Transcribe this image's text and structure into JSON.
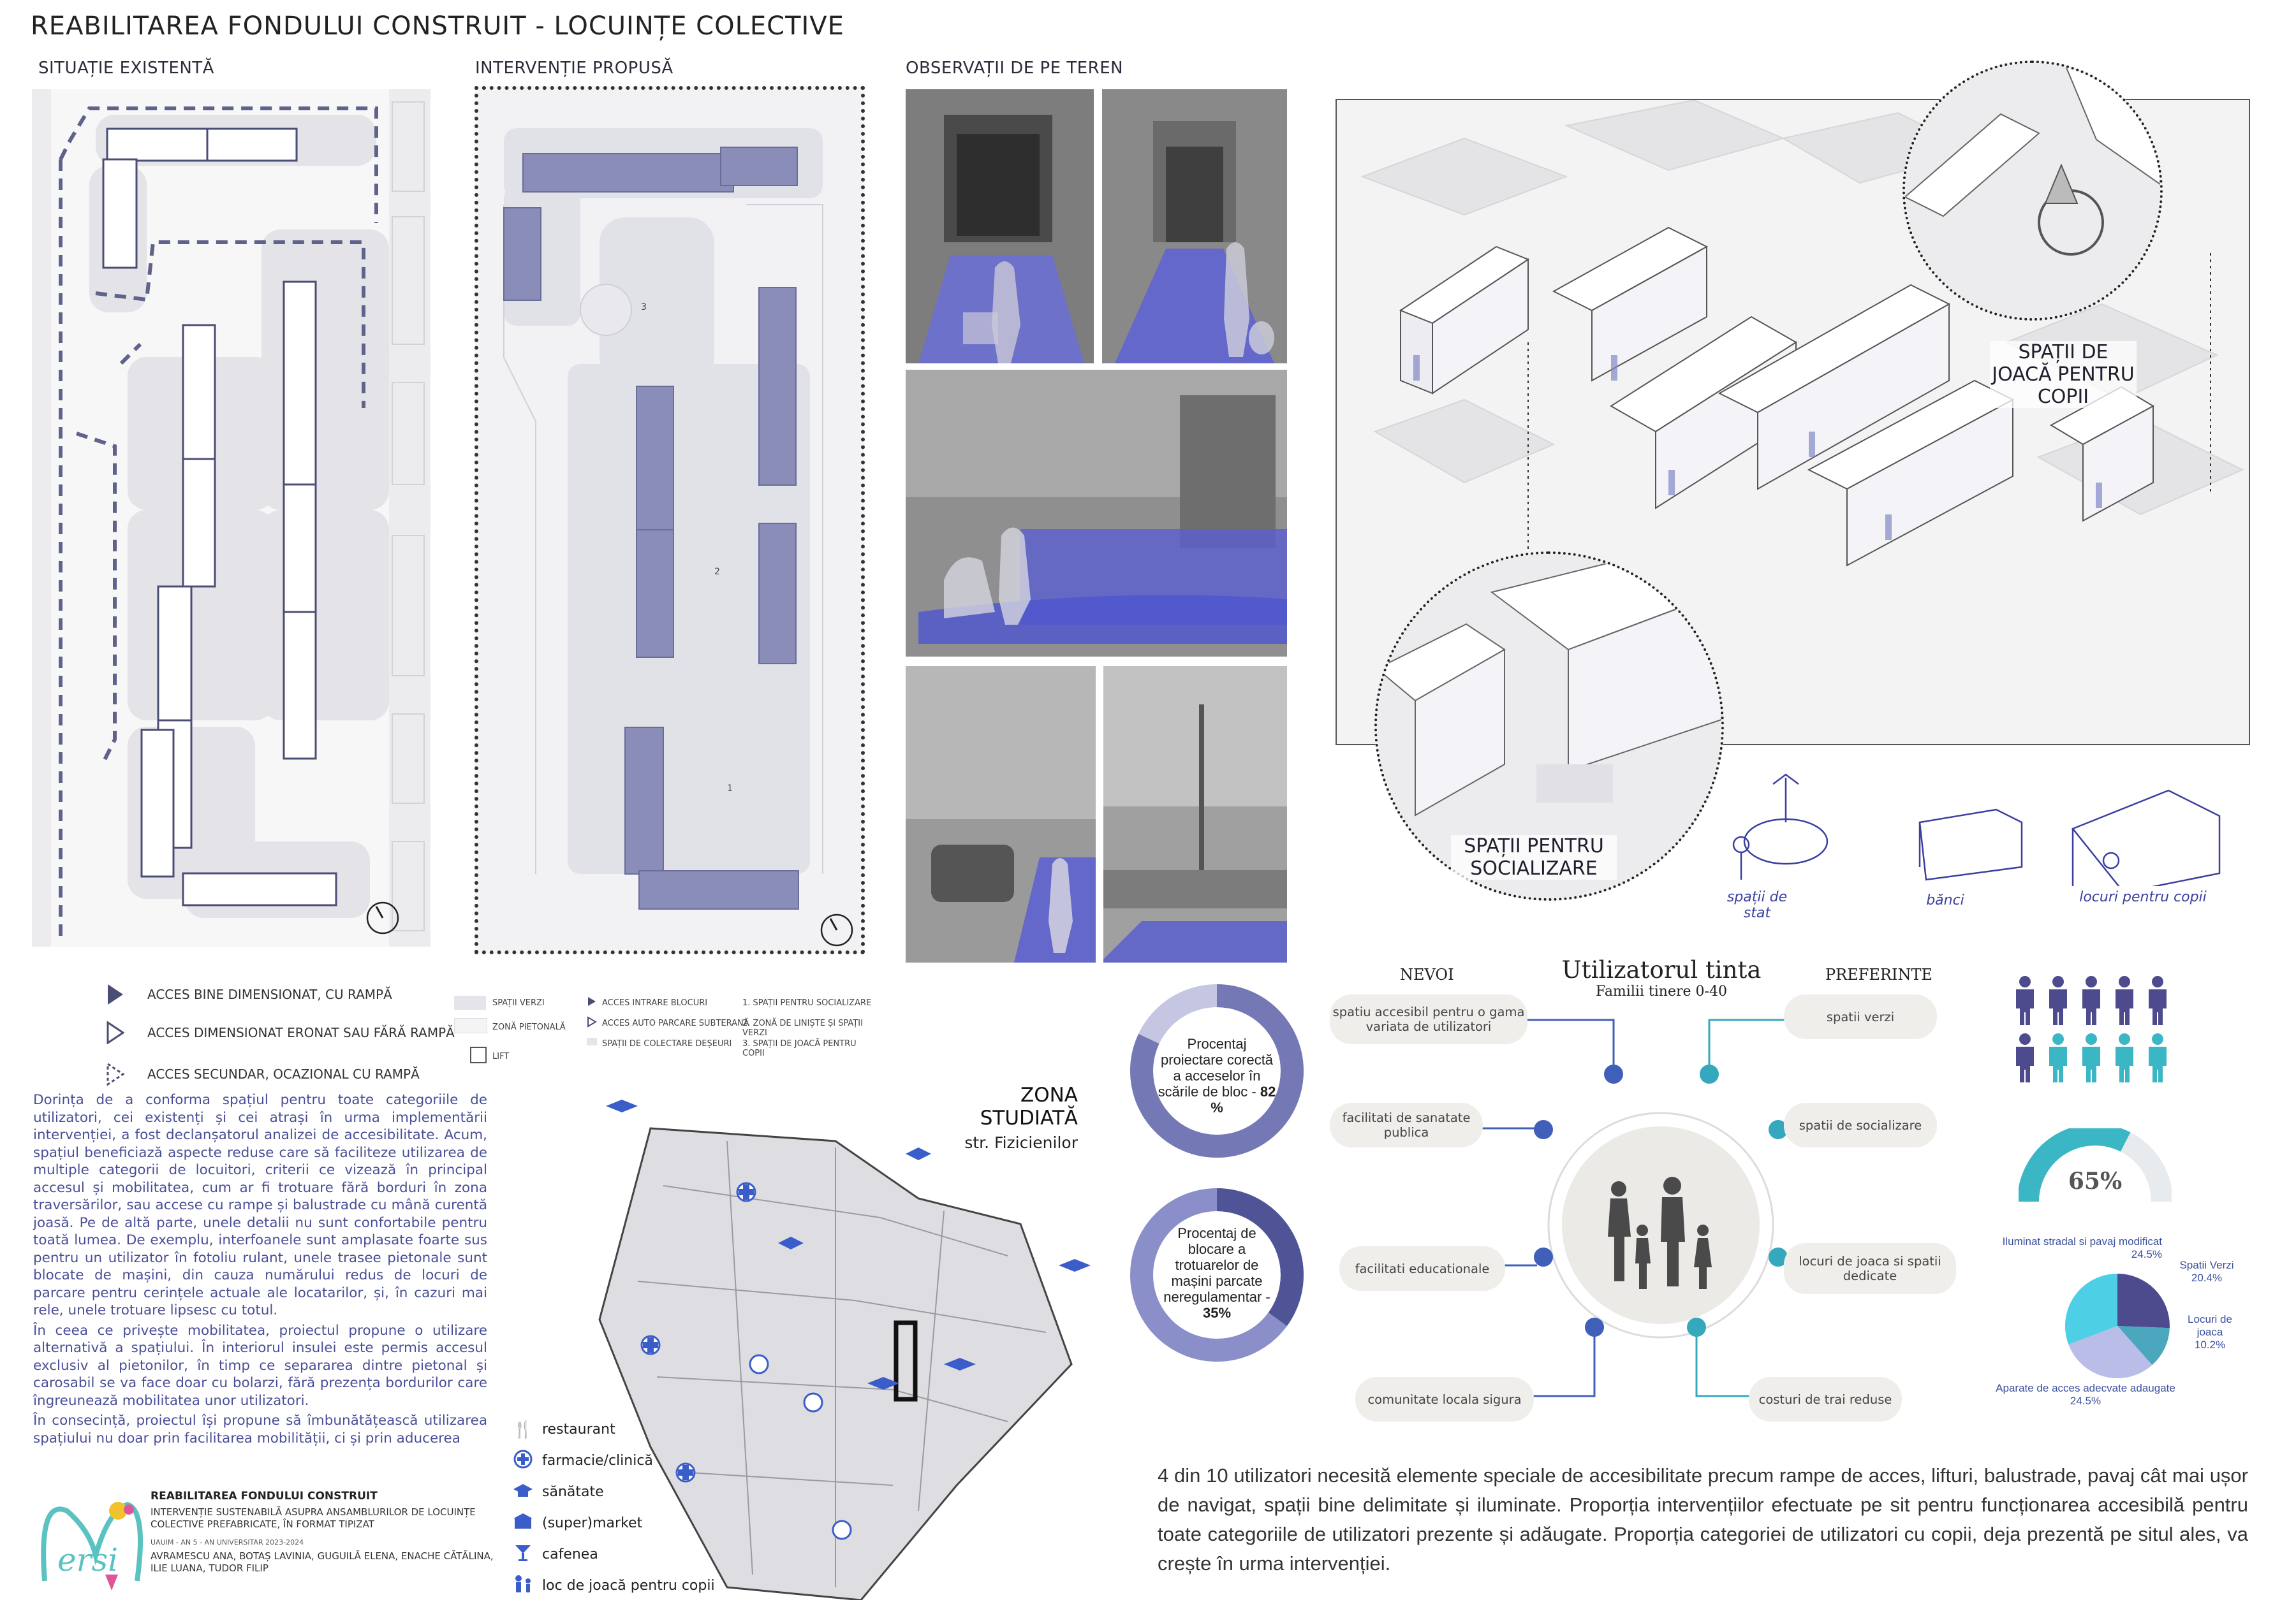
{
  "page": {
    "title": "REABILITAREA FONDULUI CONSTRUIT - LOCUINȚE COLECTIVE",
    "sections": {
      "existing": "SITUAȚIE EXISTENTĂ",
      "proposed": "INTERVENȚIE PROPUSĂ",
      "observations": "OBSERVAȚII DE PE TEREN"
    }
  },
  "legend_existing": [
    {
      "label": "ACCES BINE DIMENSIONAT, CU RAMPĂ",
      "icon": "triangle-filled-icon"
    },
    {
      "label": "ACCES DIMENSIONAT ERONAT SAU FĂRĂ RAMPĂ",
      "icon": "triangle-outline-icon"
    },
    {
      "label": "ACCES SECUNDAR, OCAZIONAL CU RAMPĂ",
      "icon": "triangle-dashed-icon"
    }
  ],
  "legend_proposed": {
    "col1": [
      "SPAȚII VERZI",
      "ZONĂ PIETONALĂ",
      "LIFT"
    ],
    "col2": [
      "ACCES INTRARE BLOCURI",
      "ACCES AUTO PARCARE SUBTERANĂ",
      "SPAȚII DE COLECTARE DEȘEURI"
    ],
    "col3": [
      "1. SPAȚII PENTRU SOCIALIZARE",
      "2. ZONĂ DE LINIȘTE ȘI SPAȚII VERZI",
      "3. SPAȚII DE JOACĂ PENTRU COPII"
    ]
  },
  "body_text": [
    "Dorința de a conforma spațiul pentru toate categoriile de utilizatori, cei existenți și cei atrași în urma implementării intervenției, a fost declanșatorul analizei de accesibilitate. Acum, spațiul beneficiază aspecte reduse care să faciliteze utilizarea de multiple categorii de locuitori, criterii ce vizează în principal accesul și mobilitatea, cum ar fi trotuare fără borduri în zona traversărilor, sau accese cu rampe și balustrade cu mână curentă joasă. Pe de altă parte, unele detalii nu sunt confortabile pentru toată lumea. De exemplu, interfoanele sunt amplasate foarte sus pentru un utilizator în fotoliu rulant, unele trasee pietonale sunt blocate de mașini, din cauza numărului redus de locuri de parcare pentru cerințele actuale ale locatarilor, și, în cazuri mai rele, unele trotuare lipsesc cu totul.",
    "În ceea ce privește mobilitatea, proiectul propune o utilizare alternativă a spațiului. În interiorul insulei este permis accesul exclusiv al pietonilor, în timp ce separarea dintre pietonal și carosabil se va face doar cu bolarzi, fără prezența bordurilor care îngreunează mobilitatea unor utilizatori.",
    "În consecință, proiectul își propune să îmbunătățească utilizarea spațiului nu doar prin facilitarea mobilității, ci și prin aducerea"
  ],
  "credits": {
    "title": "REABILITAREA FONDULUI CONSTRUIT",
    "subtitle": "INTERVENȚIE SUSTENABILĂ ASUPRA ANSAMBLURILOR DE LOCUINȚE COLECTIVE PREFABRICATE, ÎN FORMAT TIPIZAT",
    "course": "UAUIM - AN 5 - AN UNIVERSITAR 2023-2024",
    "authors": "AVRAMESCU ANA, BOTAȘ LAVINIA, GUGUILĂ ELENA, ENACHE CĂTĂLINA, ILIE LUANA, TUDOR FILIP",
    "logo_text": "ersi"
  },
  "zone": {
    "title": "ZONA STUDIATĂ",
    "street": "str. Fizicienilor"
  },
  "map_legend": [
    {
      "label": "restaurant",
      "icon": "fork-knife-icon"
    },
    {
      "label": "farmacie/clinică",
      "icon": "medical-cross-icon"
    },
    {
      "label": "sănătate",
      "icon": "health-cap-icon"
    },
    {
      "label": "(super)market",
      "icon": "market-icon"
    },
    {
      "label": "cafenea",
      "icon": "cocktail-icon"
    },
    {
      "label": "loc de joacă pentru copii",
      "icon": "playground-icon"
    }
  ],
  "donuts": [
    {
      "label": "Procentaj proiectare corectă a acceselor în scările de bloc -",
      "value_label": "82 %",
      "value": 82,
      "color": "#7478b4"
    },
    {
      "label": "Procentaj de blocare a trotuarelor de mașini parcate neregulamentar -",
      "value_label": "35%",
      "value": 35,
      "color": "#4f5496"
    }
  ],
  "axonometric_labels": {
    "play": "SPAȚII DE JOACĂ PENTRU COPII",
    "social": "SPAȚII PENTRU SOCIALIZARE"
  },
  "sketch_labels": [
    "spații de stat",
    "bănci",
    "locuri pentru copii"
  ],
  "users": {
    "title": "Utilizatorul tinta",
    "subtitle": "Familii tinere 0-40",
    "needs_title": "NEVOI",
    "prefs_title": "PREFERINTE",
    "needs": [
      "spatiu accesibil pentru o gama variata de utilizatori",
      "facilitati de sanatate publica",
      "facilitati educationale",
      "comunitate locala sigura"
    ],
    "prefs": [
      "spatii verzi",
      "spatii de socializare",
      "locuri de joaca si spatii dedicate",
      "costuri de trai reduse"
    ],
    "colors": {
      "needs": "#3f5fb8",
      "prefs": "#35a8bd",
      "pill": "#efeeea"
    }
  },
  "people_icons": {
    "total": 10,
    "highlighted": 4,
    "dark": "#4e4a8e",
    "light": "#3ab6c4"
  },
  "gauge": {
    "value": 65,
    "label": "65%"
  },
  "chart_data": {
    "type": "pie",
    "categories": [
      "Spatii Verzi",
      "Locuri de joaca",
      "Aparate de acces adecvate adaugate",
      "Iluminat stradal si pavaj modificat"
    ],
    "values": [
      20.4,
      10.2,
      24.5,
      24.5
    ],
    "labels": [
      "20.4%",
      "10.2%",
      "24.5%",
      "24.5%"
    ],
    "colors": [
      "#4e4a8e",
      "#4aa7bd",
      "#b9bde8",
      "#4dd0e6"
    ]
  },
  "bottom_text": "4 din 10 utilizatori necesită elemente speciale de accesibilitate precum rampe de acces, lifturi, balustrade, pavaj cât mai ușor de navigat, spații bine delimitate și iluminate. Proporția intervențiilor efectuate pe sit pentru funcționarea accesibilă pentru toate categoriile de utilizatori prezente și adăugate. Proporția categoriei de utilizatori cu copii, deja prezentă pe situl ales, va crește în urma intervenției."
}
